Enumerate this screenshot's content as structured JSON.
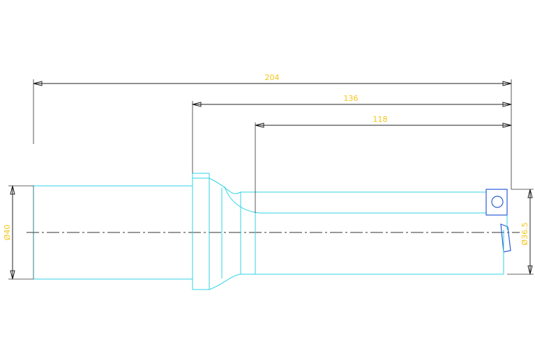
{
  "drawing": {
    "colors": {
      "part_outline": "#2fd3e6",
      "dimension_lines": "#202020",
      "dimension_text": "#f5c518",
      "insert": "#2b5bd8",
      "background": "#ffffff"
    },
    "dimensions": {
      "overall_length": "204",
      "body_length": "136",
      "flute_length": "118",
      "shank_diameter": "Ø40",
      "cutting_diameter": "Ø36.5"
    }
  }
}
